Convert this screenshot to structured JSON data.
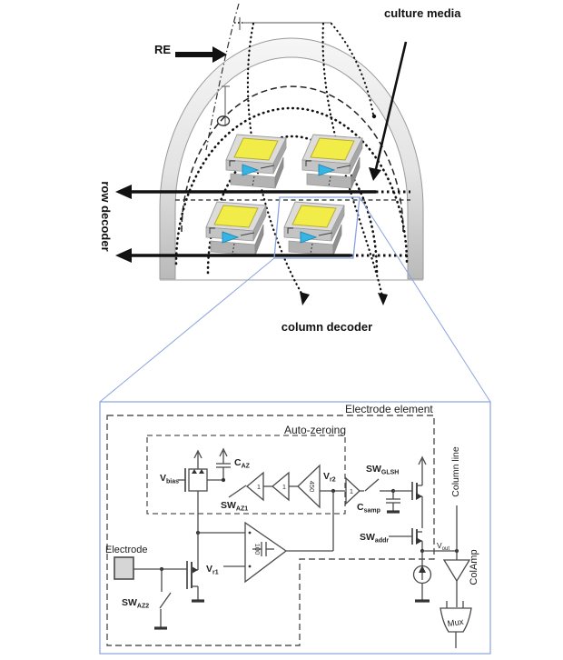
{
  "figure": {
    "top": {
      "re_label": "RE",
      "culture_media_label": "culture media",
      "row_decoder_label": "row decoder",
      "column_decoder_label": "column decoder"
    },
    "circuit": {
      "electrode_element_label": "Electrode element",
      "auto_zeroing_label": "Auto-zeroing",
      "v_bias": {
        "main": "V",
        "sub": "bias"
      },
      "c_az": {
        "main": "C",
        "sub": "AZ"
      },
      "sw_az1": {
        "main": "SW",
        "sub": "AZ1"
      },
      "buffer1_gain": "1",
      "buffer2_gain": "1",
      "amp450_gain": "450",
      "v_r2": {
        "main": "V",
        "sub": "r2"
      },
      "buffer3_gain": "1",
      "sw_glsh": {
        "main": "SW",
        "sub": "GLSH"
      },
      "c_samp": {
        "main": "C",
        "sub": "samp"
      },
      "sw_addr": {
        "main": "SW",
        "sub": "addr"
      },
      "v_out": {
        "main": "V",
        "sub": "out"
      },
      "column_line_label": "Column line",
      "colamp_label": "ColAmp",
      "mux_label": "Mux",
      "amp100_gain": "100",
      "v_r1": {
        "main": "V",
        "sub": "r1"
      },
      "electrode_label": "Electrode",
      "sw_az2": {
        "main": "SW",
        "sub": "AZ2"
      }
    },
    "colors": {
      "chip_pad_yellow": "#f2ec49",
      "chip_arrow_cyan": "#35b5e6",
      "zoom_outline_blue": "#8aa2e0",
      "line_dark": "#444444"
    }
  }
}
